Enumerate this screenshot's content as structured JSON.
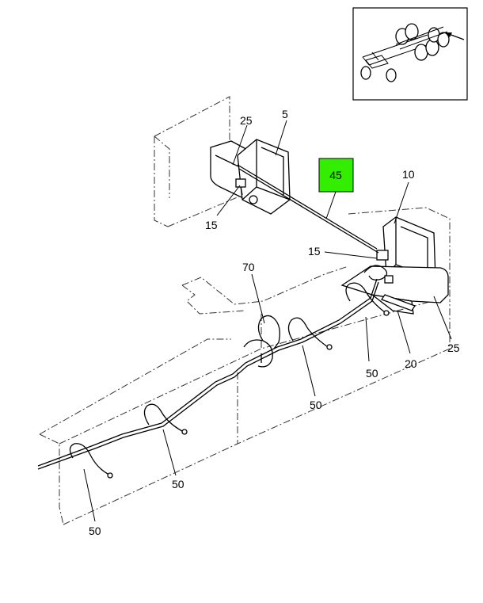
{
  "callouts": {
    "c5": "5",
    "c10": "10",
    "c15a": "15",
    "c15b": "15",
    "c20": "20",
    "c25a": "25",
    "c25b": "25",
    "c45": "45",
    "c50a": "50",
    "c50b": "50",
    "c50c": "50",
    "c50d": "50",
    "c70": "70"
  },
  "highlight": {
    "callout": "45",
    "color": "#33ee00"
  }
}
